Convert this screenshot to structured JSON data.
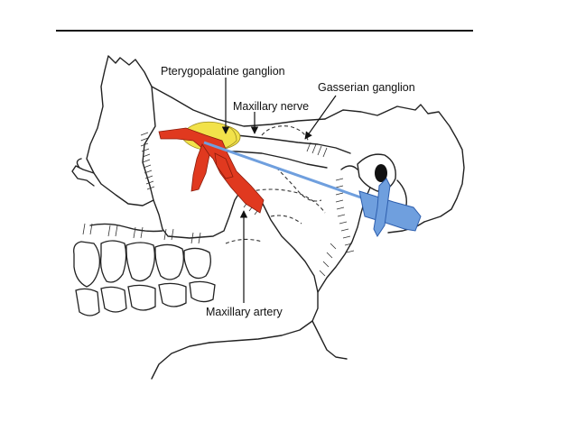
{
  "labels": {
    "pterygopalatine_ganglion": "Pterygopalatine ganglion",
    "maxillary_nerve": "Maxillary nerve",
    "gasserian_ganglion": "Gasserian ganglion",
    "maxillary_artery": "Maxillary artery"
  },
  "colors": {
    "artery": "#e0391f",
    "ganglion": "#f2e24a",
    "needle": "#6f9fde",
    "needle_dark": "#2e5fae",
    "line": "#222222",
    "rule": "#111111"
  }
}
